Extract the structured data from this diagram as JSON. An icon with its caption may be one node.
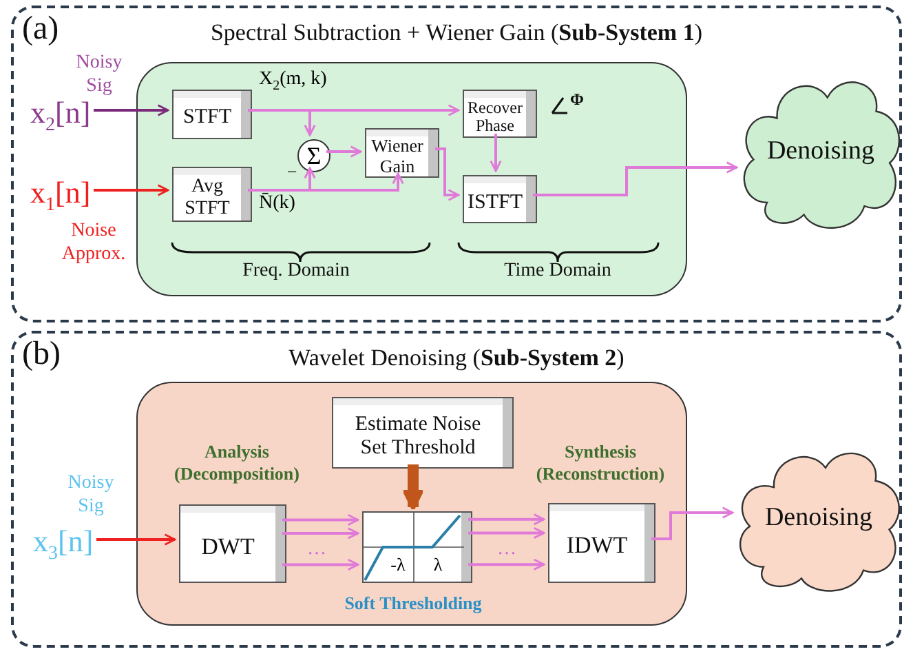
{
  "diagram": {
    "nodes": [
      {
        "text": [
          "(a)",
          "Spectral Subtraction + Wiener Gain (**Sub-System 1**)"
        ]
      },
      {
        "text": [],
        "shape": "box",
        "in": 0
      },
      {
        "text": [
          "x$_{2}$[n]"
        ],
        "beside": [
          "Noisy Sig"
        ],
        "in": 0
      },
      {
        "text": [
          "x$_{1}$[n]"
        ],
        "beside": [
          "Noise Approx."
        ],
        "in": 0
      },
      {
        "text": [
          "STFT"
        ],
        "in": 1
      },
      {
        "text": [
          "Avg STFT"
        ],
        "in": 1
      },
      {
        "text": [
          "Σ"
        ],
        "in": 1
      },
      {
        "text": [
          "Wiener Gain"
        ],
        "in": 1
      },
      {
        "text": [
          "Recover Phase"
        ],
        "in": 1
      },
      {
        "text": [
          "ISTFT"
        ],
        "in": 1
      },
      {
        "text": [
          "Denoising"
        ],
        "in": 0
      },
      {
        "text": [
          "(b)",
          "Wavelet Denoising (**Sub-System 2**)"
        ]
      },
      {
        "text": [],
        "shape": "box",
        "in": 11
      },
      {
        "text": [
          "x$_{3}$[n]"
        ],
        "beside": [
          "Noisy Sig"
        ],
        "in": 11
      },
      {
        "text": [
          "DWT"
        ],
        "beside": [
          "Analysis (Decomposition)"
        ],
        "in": 12
      },
      {
        "text": [
          "Estimate Noise Set Threshold"
        ],
        "in": 12
      },
      {
        "text": [
          "-λ",
          "λ"
        ],
        "beside": [
          "Soft Thresholding"
        ],
        "in": 12
      },
      {
        "text": [
          "IDWT"
        ],
        "beside": [
          "Synthesis (Reconstruction)"
        ],
        "in": 12
      },
      {
        "text": [
          "Denoising"
        ],
        "in": 11
      }
    ],
    "edges": [
      {
        "from": 2,
        "to": 4,
        "arrow": "to",
        "color": "#7b2a7b"
      },
      {
        "from": 3,
        "to": 5,
        "arrow": "to",
        "color": "#ee2020"
      },
      {
        "from": 4,
        "to": 8,
        "arrow": "to",
        "label": "X$_{2}$(m, k)"
      },
      {
        "from": 4,
        "to": 6,
        "arrow": "to"
      },
      {
        "from": 5,
        "to": 6,
        "arrow": "to"
      },
      {
        "from": 6,
        "to": 7,
        "arrow": "to"
      },
      {
        "from": 5,
        "to": 7,
        "arrow": "to",
        "label": "N̄(k)"
      },
      {
        "from": 7,
        "to": 9,
        "arrow": "to"
      },
      {
        "from": 8,
        "to": 9,
        "arrow": "to"
      },
      {
        "from": 9,
        "to": 10,
        "arrow": "to"
      },
      {
        "from": 13,
        "to": 14,
        "arrow": "to",
        "color": "#ee2020"
      },
      {
        "from": 14,
        "to": 16,
        "arrow": "to"
      },
      {
        "from": 14,
        "to": 16,
        "arrow": "to"
      },
      {
        "from": 14,
        "to": 16,
        "arrow": "to"
      },
      {
        "from": 16,
        "to": 17,
        "arrow": "to"
      },
      {
        "from": 16,
        "to": 17,
        "arrow": "to"
      },
      {
        "from": 16,
        "to": 17,
        "arrow": "to"
      },
      {
        "from": 15,
        "to": 16,
        "arrow": "to",
        "style": "thick",
        "color": "#c0561b"
      },
      {
        "from": 17,
        "to": 18,
        "arrow": "to"
      }
    ],
    "labels": [
      "−",
      "Φ",
      "Freq. Domain",
      "Time Domain",
      "…",
      "…"
    ]
  }
}
